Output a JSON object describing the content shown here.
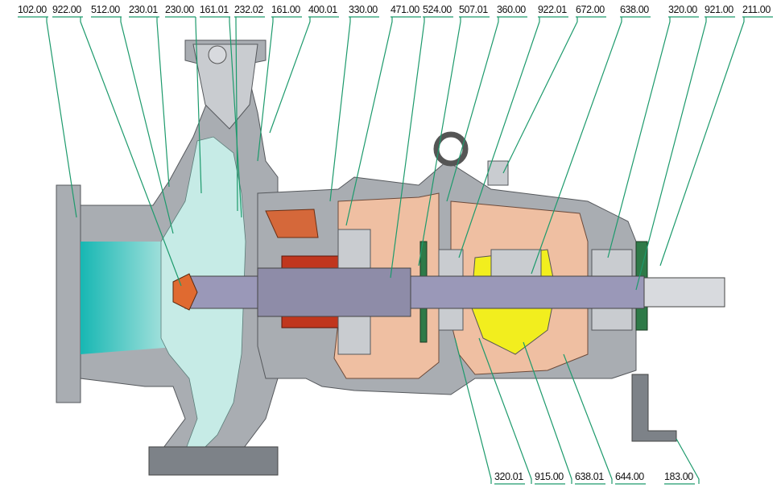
{
  "top_labels": [
    "102.00",
    "922.00",
    "512.00",
    "230.01",
    "230.00",
    "161.01",
    "232.02",
    "161.00",
    "400.01",
    "330.00",
    "471.00",
    "524.00",
    "507.01",
    "360.00",
    "922.01",
    "672.00",
    "638.00",
    "320.00",
    "921.00",
    "211.00"
  ],
  "bottom_labels": [
    "320.01",
    "915.00",
    "638.01",
    "644.00",
    "183.00"
  ],
  "colors": {
    "leader": "#1d9a6c",
    "casing": "#a9adb2",
    "fluid": "#c6ebe6",
    "oil": "#efbfa2",
    "yellow": "#f2ee1e",
    "packing": "#c0361e"
  }
}
